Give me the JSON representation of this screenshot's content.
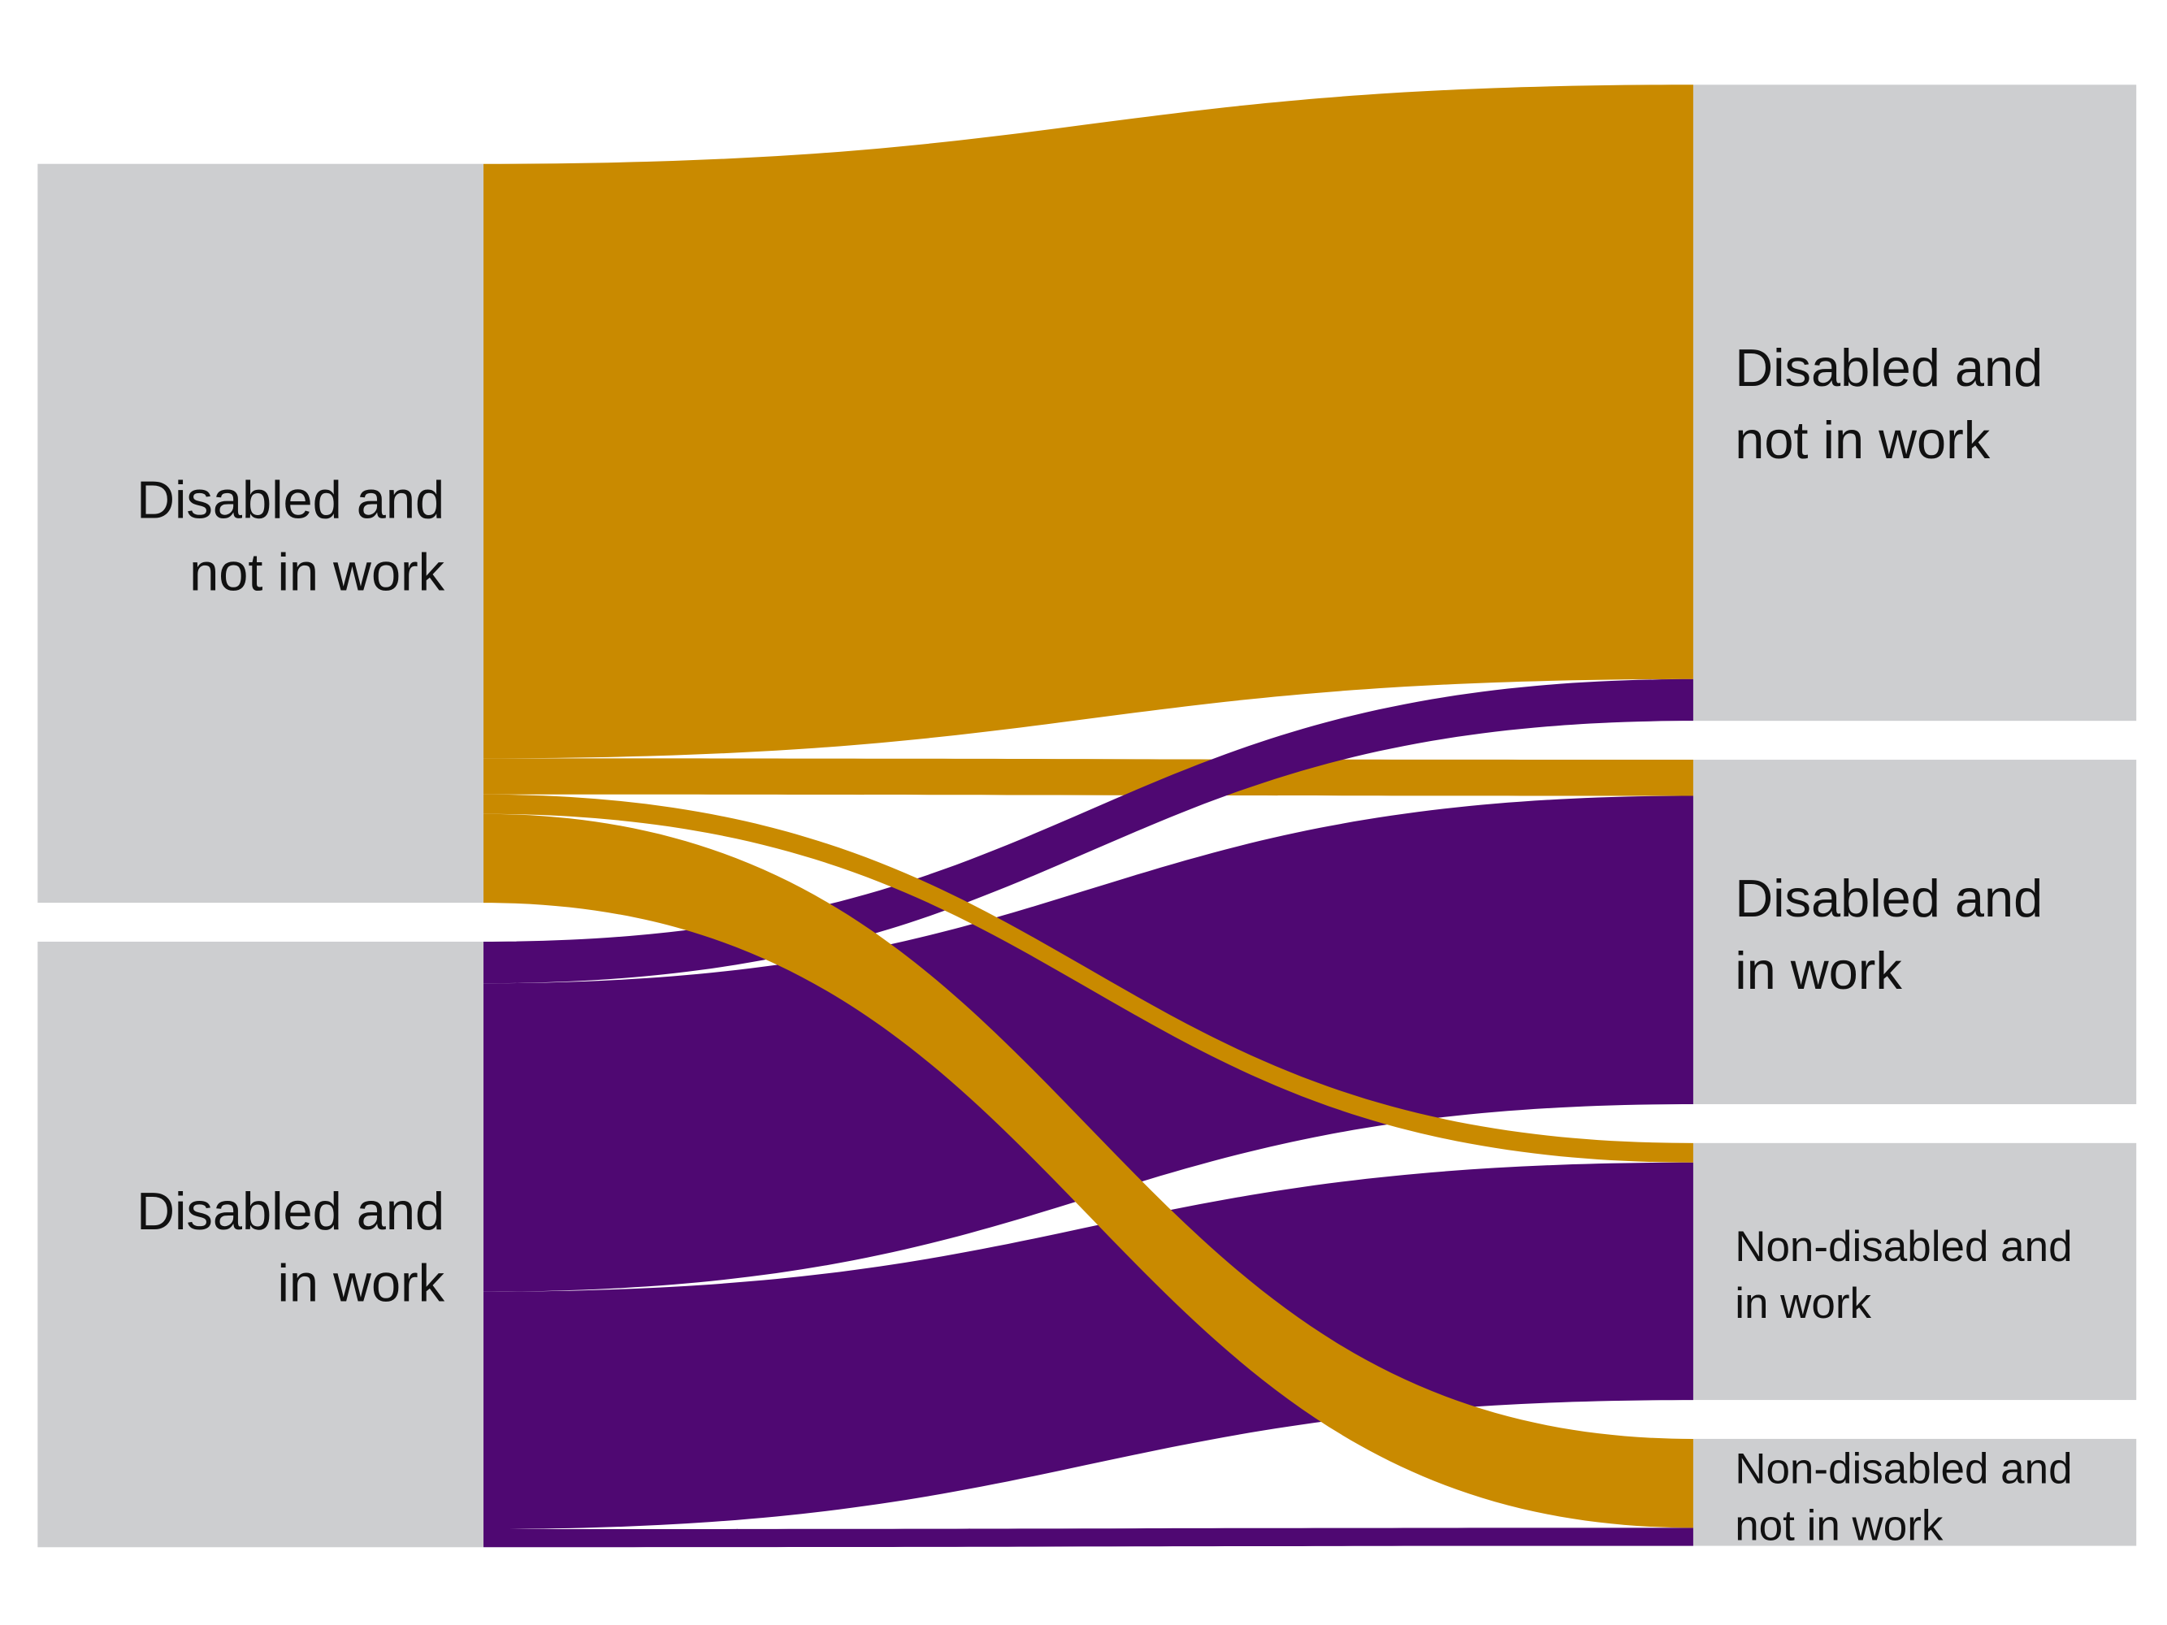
{
  "chart_data": {
    "type": "sankey",
    "title": "",
    "colors": {
      "node": "#CDCED0",
      "from_disabled_not_in_work": "#C98A00",
      "from_disabled_in_work": "#4F0872"
    },
    "source_nodes": [
      {
        "id": "L0",
        "label_lines": [
          "Disabled and",
          "not in work"
        ],
        "value": 532
      },
      {
        "id": "L1",
        "label_lines": [
          "Disabled and",
          "in work"
        ],
        "value": 436
      }
    ],
    "target_nodes": [
      {
        "id": "R0",
        "label_lines": [
          "Disabled and",
          "not in work"
        ],
        "value": 458
      },
      {
        "id": "R1",
        "label_lines": [
          "Disabled and",
          "in work"
        ],
        "value": 248
      },
      {
        "id": "R2",
        "label_lines": [
          "Non-disabled and",
          "in work"
        ],
        "value": 185
      },
      {
        "id": "R3",
        "label_lines": [
          "Non-disabled and",
          "not in work"
        ],
        "value": 77
      }
    ],
    "flows": [
      {
        "source": "L0",
        "target": "R0",
        "value": 428
      },
      {
        "source": "L0",
        "target": "R1",
        "value": 26
      },
      {
        "source": "L0",
        "target": "R2",
        "value": 14
      },
      {
        "source": "L0",
        "target": "R3",
        "value": 64
      },
      {
        "source": "L1",
        "target": "R0",
        "value": 30
      },
      {
        "source": "L1",
        "target": "R1",
        "value": 222
      },
      {
        "source": "L1",
        "target": "R2",
        "value": 171
      },
      {
        "source": "L1",
        "target": "R3",
        "value": 13
      }
    ]
  }
}
